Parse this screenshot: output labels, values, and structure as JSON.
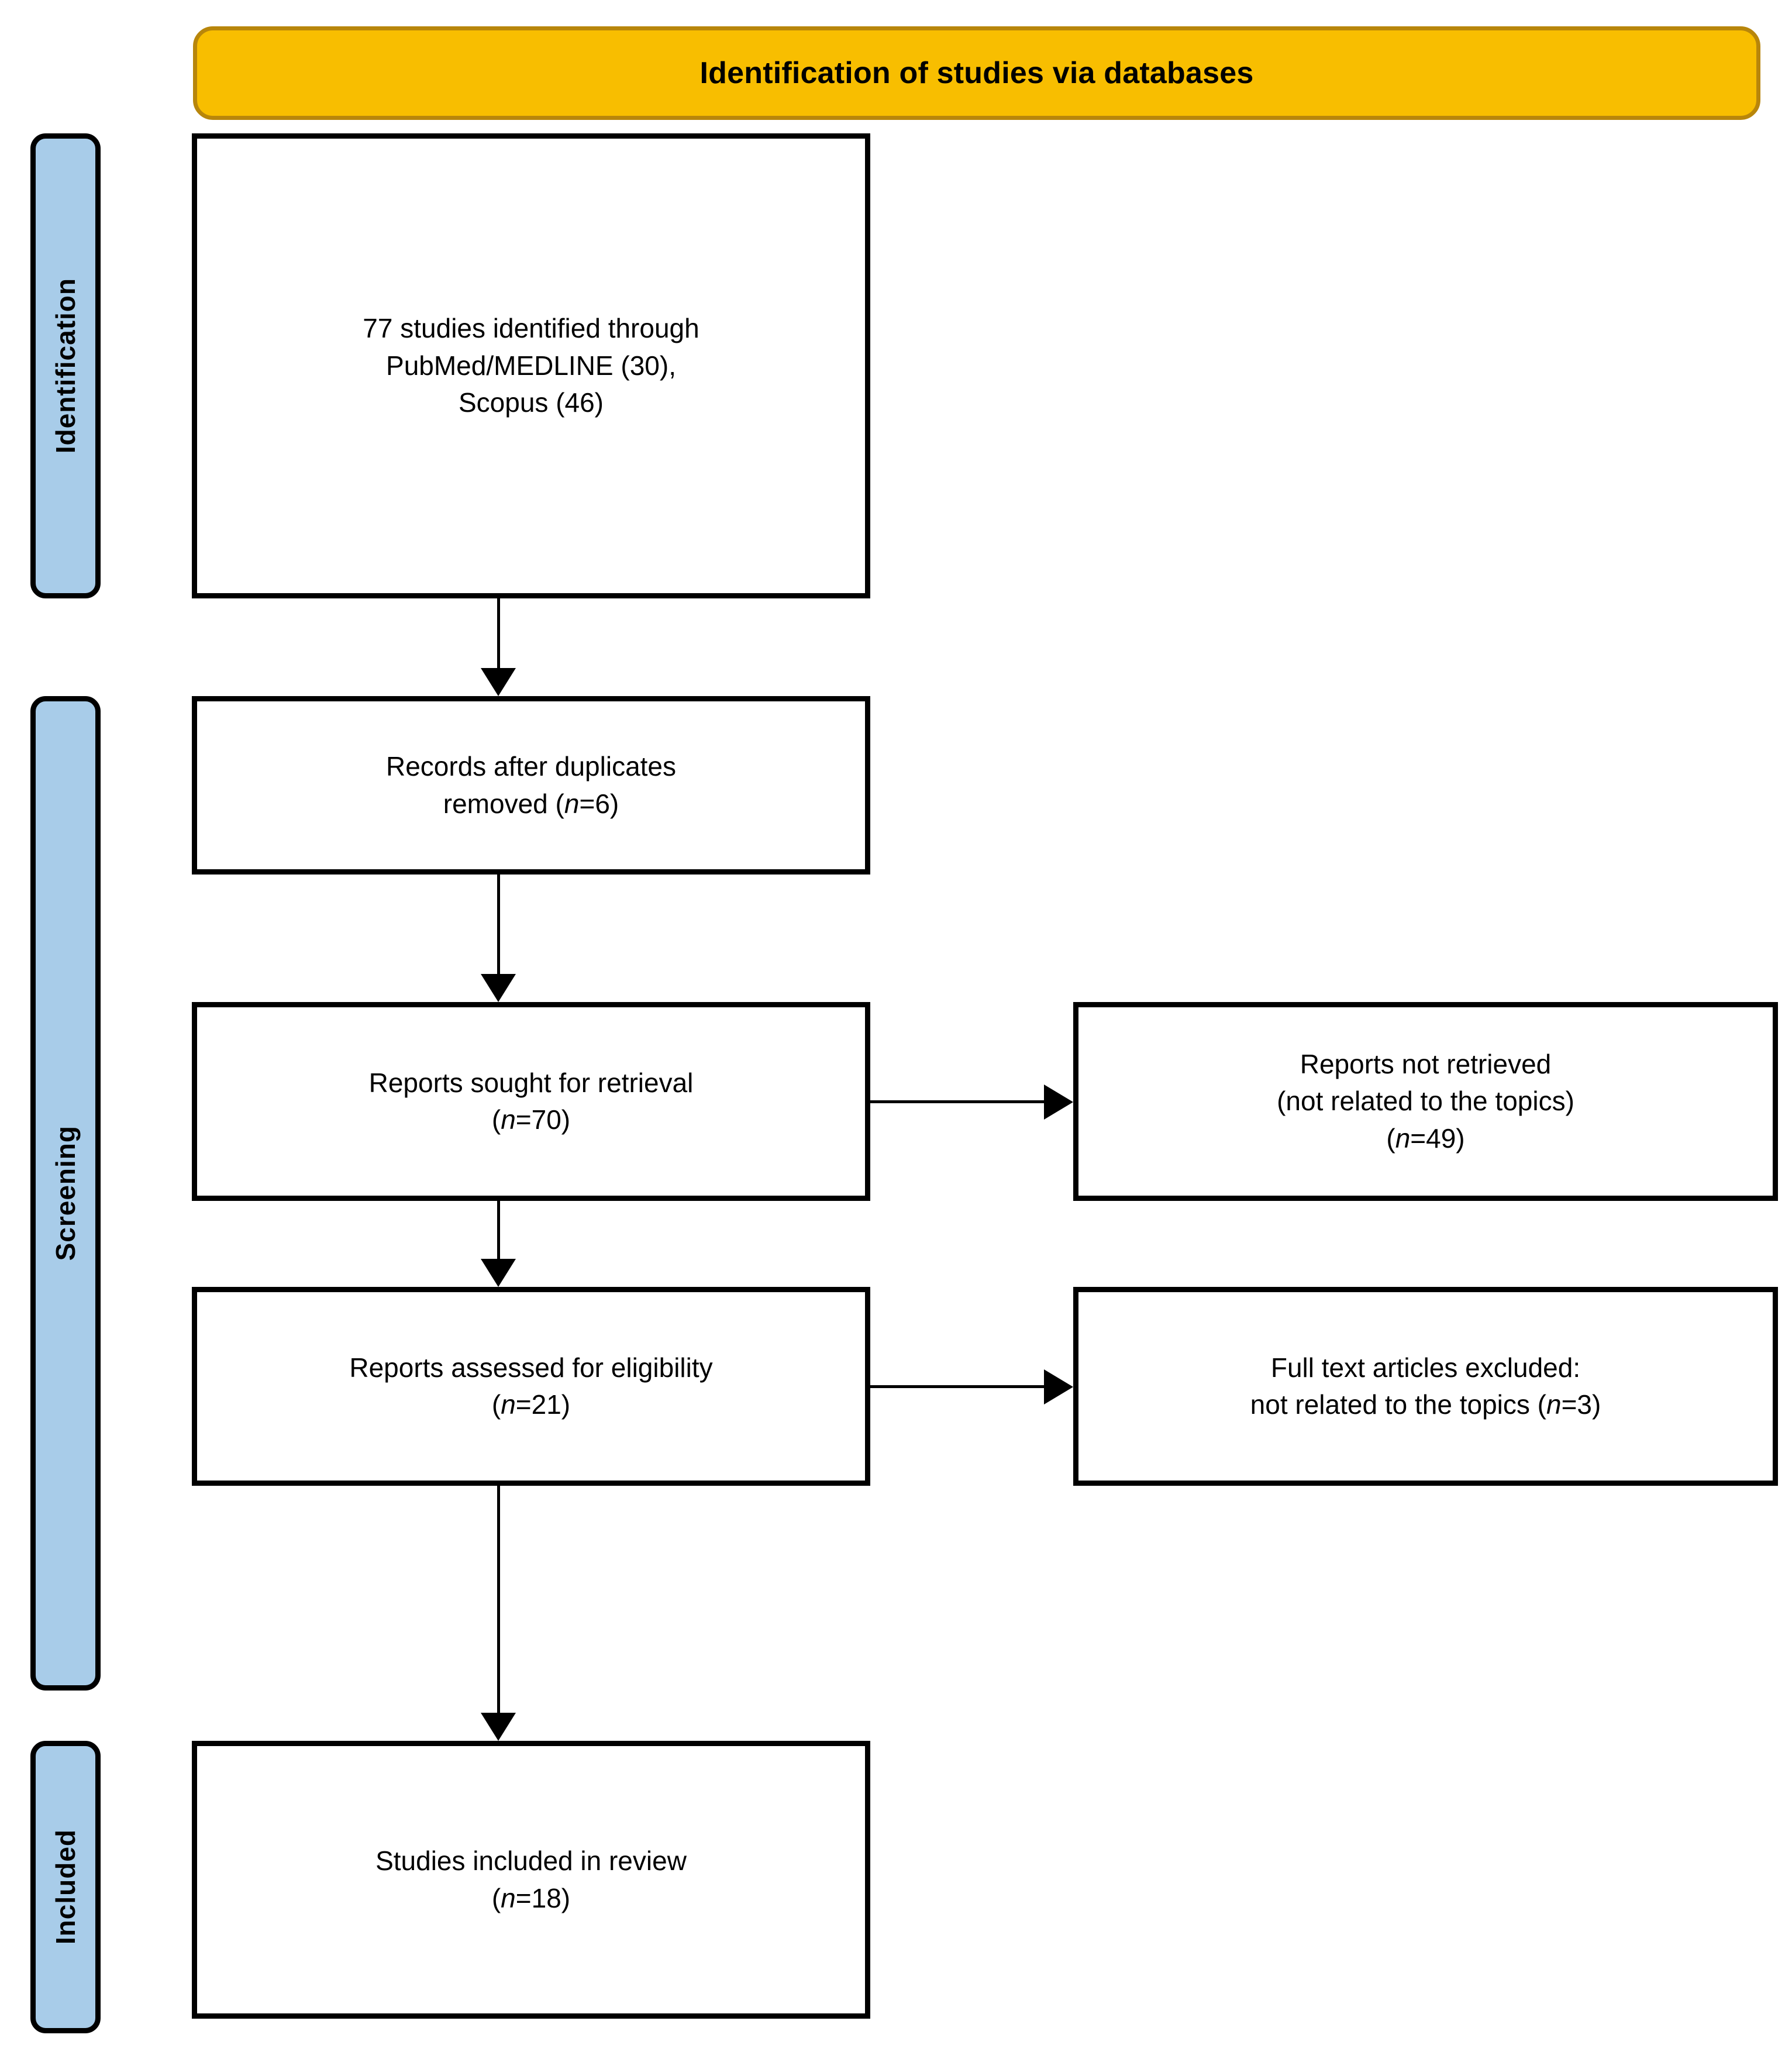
{
  "header": {
    "title": "Identification of studies via databases",
    "background_color": "#F8BE00",
    "border_color": "#B8860B"
  },
  "stages": {
    "color": "#A8CCE9",
    "items": [
      {
        "id": "identification",
        "label": "Identification"
      },
      {
        "id": "screening",
        "label": "Screening"
      },
      {
        "id": "included",
        "label": "Included"
      }
    ]
  },
  "boxes": {
    "identified": {
      "line1": "77 studies identified through",
      "line2": "PubMed/MEDLINE (30),",
      "line3": "Scopus (46)"
    },
    "duplicates": {
      "line1": "Records after duplicates",
      "line2_pre": "removed (",
      "line2_italic": "n",
      "line2_post": "=6)"
    },
    "sought": {
      "line1": "Reports sought for retrieval",
      "line2_pre": "(",
      "line2_italic": "n",
      "line2_post": "=70)"
    },
    "not_retrieved": {
      "line1": "Reports not retrieved",
      "line2": "(not related to the topics)",
      "line3_pre": "(",
      "line3_italic": "n",
      "line3_post": "=49)"
    },
    "assessed": {
      "line1": "Reports assessed for eligibility",
      "line2_pre": "(",
      "line2_italic": "n",
      "line2_post": "=21)"
    },
    "excluded": {
      "line1": "Full text articles excluded:",
      "line2_pre": "not related to the topics (",
      "line2_italic": "n",
      "line2_post": "=3)"
    },
    "included": {
      "line1": "Studies included in review",
      "line2_pre": "(",
      "line2_italic": "n",
      "line2_post": "=18)"
    }
  },
  "chart_data": {
    "type": "diagram",
    "title": "Identification of studies via databases",
    "diagram_kind": "PRISMA flow diagram",
    "stages": [
      "Identification",
      "Screening",
      "Included"
    ],
    "nodes": [
      {
        "id": "identified",
        "stage": "Identification",
        "label": "77 studies identified through PubMed/MEDLINE (30), Scopus (46)",
        "n": 77,
        "sources": {
          "PubMed/MEDLINE": 30,
          "Scopus": 46
        }
      },
      {
        "id": "duplicates",
        "stage": "Screening",
        "label": "Records after duplicates removed (n=6)",
        "n": 6
      },
      {
        "id": "sought",
        "stage": "Screening",
        "label": "Reports sought for retrieval (n=70)",
        "n": 70
      },
      {
        "id": "not_retrieved",
        "stage": "Screening",
        "label": "Reports not retrieved (not related to the topics) (n=49)",
        "n": 49,
        "exclusion": true
      },
      {
        "id": "assessed",
        "stage": "Screening",
        "label": "Reports assessed for eligibility (n=21)",
        "n": 21
      },
      {
        "id": "excluded",
        "stage": "Screening",
        "label": "Full text articles excluded: not related to the topics (n=3)",
        "n": 3,
        "exclusion": true
      },
      {
        "id": "included",
        "stage": "Included",
        "label": "Studies included in review (n=18)",
        "n": 18
      }
    ],
    "edges": [
      {
        "from": "identified",
        "to": "duplicates",
        "direction": "down"
      },
      {
        "from": "duplicates",
        "to": "sought",
        "direction": "down"
      },
      {
        "from": "sought",
        "to": "not_retrieved",
        "direction": "right"
      },
      {
        "from": "sought",
        "to": "assessed",
        "direction": "down"
      },
      {
        "from": "assessed",
        "to": "excluded",
        "direction": "right"
      },
      {
        "from": "assessed",
        "to": "included",
        "direction": "down"
      }
    ]
  }
}
